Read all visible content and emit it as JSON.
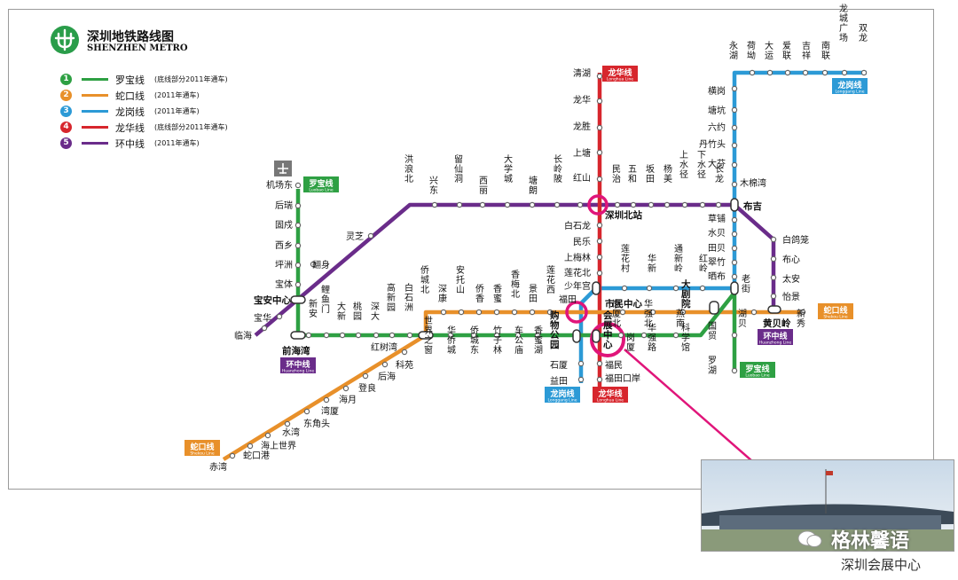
{
  "map": {
    "title_cn": "深圳地铁路线图",
    "title_en": "SHENZHEN METRO",
    "legend": [
      {
        "num": "1",
        "name": "罗宝线",
        "note": "(底线部分2011年通车)",
        "color": "#2ea043"
      },
      {
        "num": "2",
        "name": "蛇口线",
        "note": "(2011年通车)",
        "color": "#e8902a"
      },
      {
        "num": "3",
        "name": "龙岗线",
        "note": "(2011年通车)",
        "color": "#2c9ad6"
      },
      {
        "num": "4",
        "name": "龙华线",
        "note": "(底线部分2011年通车)",
        "color": "#d7262d"
      },
      {
        "num": "5",
        "name": "环中线",
        "note": "(2011年通车)",
        "color": "#6a2c8a"
      }
    ],
    "line_tags": {
      "luobao": {
        "cn": "罗宝线",
        "en": "Luobao Line"
      },
      "shekou": {
        "cn": "蛇口线",
        "en": "Shekou Line"
      },
      "longgang": {
        "cn": "龙岗线",
        "en": "Longgang Line"
      },
      "longhua": {
        "cn": "龙华线",
        "en": "Longhua Line"
      },
      "huanzhong": {
        "cn": "环中线",
        "en": "Huanzhong Line"
      }
    },
    "stations": {
      "luobao_left": [
        "机场东",
        "后瑞",
        "固戍",
        "西乡",
        "坪洲",
        "宝体",
        "宝安中心",
        "宝华",
        "临海"
      ],
      "luobao_h": [
        "新安",
        "鲤鱼门",
        "大新",
        "桃园",
        "深大",
        "高新园",
        "白石洲",
        "世界之窗",
        "华侨城",
        "侨城东",
        "竹子林",
        "车公庙",
        "香蜜湖",
        "购物公园",
        "会展中心",
        "岗厦",
        "华强路",
        "科学馆",
        "大剧院",
        "老街",
        "国贸",
        "罗湖"
      ],
      "shekou": [
        "赤湾",
        "蛇口港",
        "海上世界",
        "水湾",
        "东角头",
        "湾厦",
        "海月",
        "登良",
        "后海",
        "科苑",
        "红树湾",
        "前海湾"
      ],
      "huanzhong_top": [
        "灵芝",
        "洪浪北",
        "兴东",
        "留仙洞",
        "西丽",
        "大学城",
        "塘朗",
        "长岭陂",
        "深圳北站",
        "民治",
        "五和",
        "坂田",
        "杨美",
        "上水径",
        "下水径",
        "长龙",
        "布吉",
        "白鸽笼",
        "布心",
        "太安",
        "怡景",
        "黄贝岭",
        "翻身"
      ],
      "longhua": [
        "清湖",
        "龙华",
        "龙胜",
        "上塘",
        "红山",
        "白石龙",
        "民乐",
        "上梅林",
        "莲花北",
        "少年宫",
        "市民中心",
        "福民",
        "福田口岸"
      ],
      "longgang": [
        "双龙",
        "龙城广场",
        "南联",
        "吉祥",
        "爱联",
        "大运",
        "荷坳",
        "永湖",
        "横岗",
        "塘坑",
        "六约",
        "丹竹头",
        "大芬",
        "木棉湾",
        "草铺",
        "水贝",
        "田贝",
        "翠竹",
        "晒布",
        "红岭",
        "通新岭",
        "华新",
        "莲花村",
        "福田",
        "石厦",
        "益田"
      ],
      "shekou_east": [
        "侨城北",
        "深康",
        "安托山",
        "侨香",
        "香蜜",
        "香梅北",
        "景田",
        "莲花西",
        "岗厦北",
        "华强北",
        "燕南",
        "湖贝",
        "新秀"
      ]
    },
    "caption": "深圳会展中心",
    "watermark": "格林馨语"
  }
}
